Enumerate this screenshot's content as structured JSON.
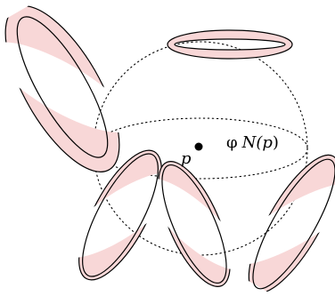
{
  "figure": {
    "point_label": "p",
    "map_symbol": "φ",
    "normal_label_open": "N(",
    "normal_label_var": "p",
    "normal_label_close": ")"
  },
  "colors": {
    "ring_fill": "#f8d7d7",
    "stroke": "#000000",
    "background": "#ffffff"
  }
}
